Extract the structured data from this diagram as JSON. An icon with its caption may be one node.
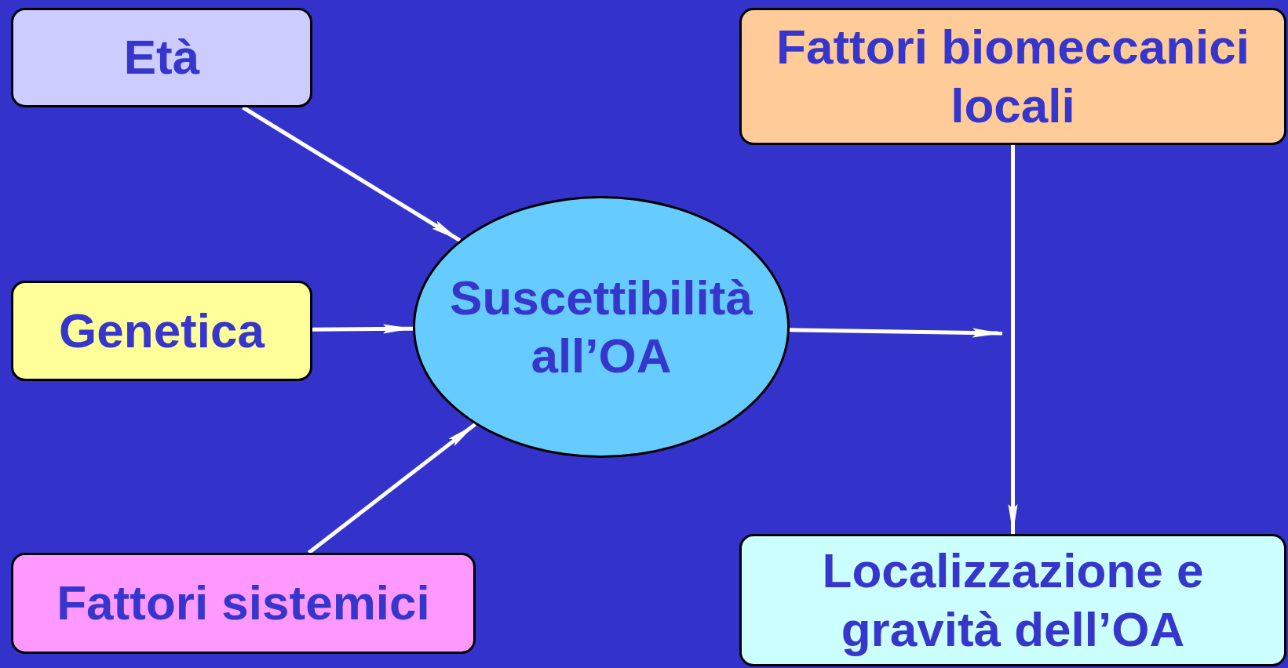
{
  "diagram": {
    "nodes": [
      {
        "text": [
          "Età"
        ]
      },
      {
        "text": [
          "Genetica"
        ]
      },
      {
        "text": [
          "Fattori sistemici"
        ]
      },
      {
        "text": [
          "Suscettibilità all’OA"
        ]
      },
      {
        "text": [
          "Fattori biomeccanici locali"
        ]
      },
      {
        "text": [
          "Localizzazione e gravità dell’OA"
        ]
      }
    ],
    "edges": [
      {
        "from": 0,
        "to": 3,
        "arrow": "to"
      },
      {
        "from": 1,
        "to": 3,
        "arrow": "to"
      },
      {
        "from": 2,
        "to": 3,
        "arrow": "to"
      },
      {
        "from": 3,
        "to": null,
        "arrow": "to"
      },
      {
        "from": 4,
        "to": 5,
        "arrow": "to"
      }
    ]
  }
}
